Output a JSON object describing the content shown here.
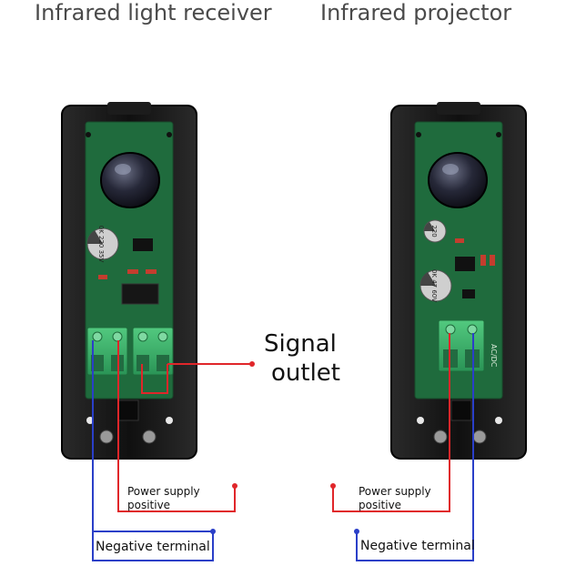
{
  "titles": {
    "receiver": "Infrared light receiver",
    "projector": "Infrared projector"
  },
  "signal": {
    "line1": "Signal",
    "line2": "outlet"
  },
  "receiver_labels": {
    "power_line1": "Power supply",
    "power_line2": "positive",
    "negative": "Negative terminal"
  },
  "projector_labels": {
    "power_line1": "Power supply",
    "power_line2": "positive",
    "negative": "Negative terminal",
    "board_marking": "AC/DC"
  },
  "components": {
    "receiver_cap": "0K 220 35V",
    "projector_cap_small": "220",
    "projector_cap_large": "0K 47 60V"
  },
  "colors": {
    "power_line": "#e0262a",
    "negative_line": "#2a3fc8",
    "housing": "#121212",
    "pcb": "#1f6b3d",
    "terminal": "#3bb36a"
  }
}
